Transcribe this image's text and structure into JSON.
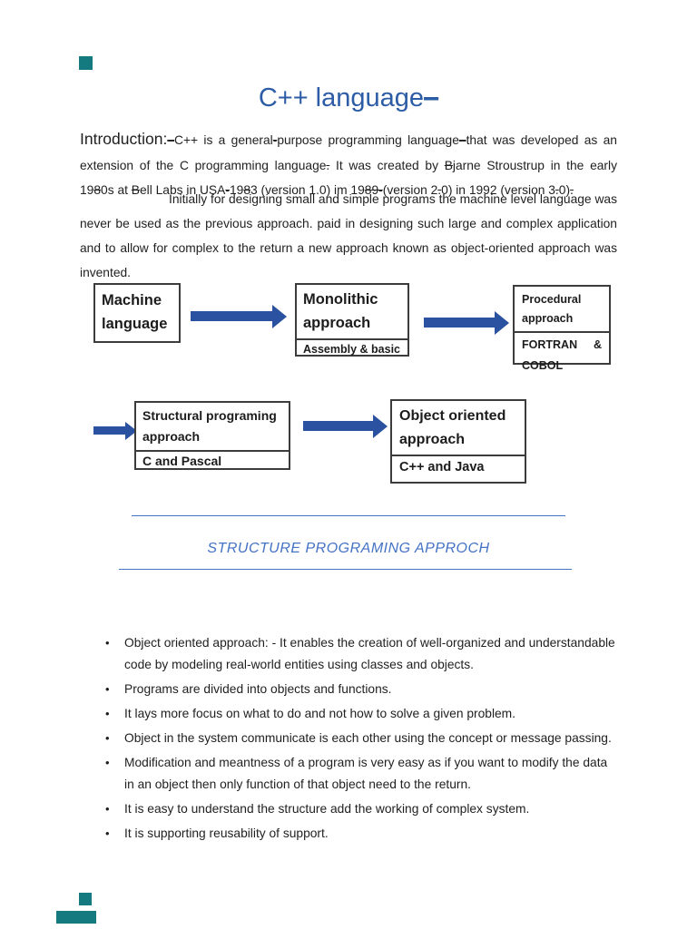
{
  "colors": {
    "title_blue": "#2d5ca6",
    "heading_blue": "#4472c4",
    "arrow_blue": "#2a52a0",
    "box_border": "#3c3c3c",
    "teal_marker": "#157a80"
  },
  "title": {
    "text": "C++ language",
    "strike_mark": "–"
  },
  "intro_segments": [
    {
      "t": "Introduction:",
      "cls": "lead"
    },
    {
      "t": "–",
      "s": true
    },
    {
      "t": "C++ is a general"
    },
    {
      "t": "-",
      "s": true
    },
    {
      "t": "purpose programming language"
    },
    {
      "t": "–",
      "s": true
    },
    {
      "t": "that was developed as an extension of the C programming language"
    },
    {
      "t": ".",
      "s": true
    },
    {
      "t": " It was created by "
    },
    {
      "t": "B",
      "s": true
    },
    {
      "t": "jarne Stroustrup in the early 19"
    },
    {
      "t": "8",
      "s": true
    },
    {
      "t": "0s at "
    },
    {
      "t": "B",
      "s": true
    },
    {
      "t": "ell Labs in USA"
    },
    {
      "t": "-",
      "s": true
    },
    {
      "t": "19"
    },
    {
      "t": "8",
      "s": true
    },
    {
      "t": "3 (version 1.0) im 19"
    },
    {
      "t": "89-",
      "s": true
    },
    {
      "t": "(version 2"
    },
    {
      "t": ".",
      "s": true
    },
    {
      "t": "0) in 1992 (version 3"
    },
    {
      "t": ".",
      "s": true
    },
    {
      "t": "0)"
    },
    {
      "t": ".",
      "s": true
    }
  ],
  "para2": "Initially for designing small and simple programs the machine level language was never be used as the previous approach. paid in designing such large and complex application and to allow for complex to the return a new approach known as object-oriented approach was invented.",
  "diagram": {
    "box1": {
      "lines": [
        "Machine",
        "language"
      ]
    },
    "box2": {
      "lines": [
        "Monolithic",
        "approach"
      ],
      "subtitle": "Assembly & basic"
    },
    "box3": {
      "lines": [
        "Procedural",
        "approach"
      ],
      "lang1": "FORTRAN",
      "amp": "&",
      "lang2": "COBOL"
    },
    "box4": {
      "lines": [
        "Structural programing",
        "approach"
      ],
      "subtitle": "C and Pascal"
    },
    "box5": {
      "lines": [
        "Object  oriented",
        "approach"
      ],
      "subtitle": "C++ and Java"
    }
  },
  "section_heading": "STRUCTURE PROGRAMING APPROCH",
  "bullets": [
    "Object oriented approach: - It enables the creation of well-organized and understandable code by modeling real-world entities using classes and objects.",
    "Programs are divided into objects and functions.",
    "It lays more focus on what to do and not how to solve a given problem.",
    "Object in the system communicate is each other using the concept or message passing.",
    "Modification and meantness of a program is very easy as if you want to modify the data in an object then only function of that object need to the return.",
    "It is easy to understand the structure add the working of complex system.",
    "It is supporting reusability of support."
  ]
}
